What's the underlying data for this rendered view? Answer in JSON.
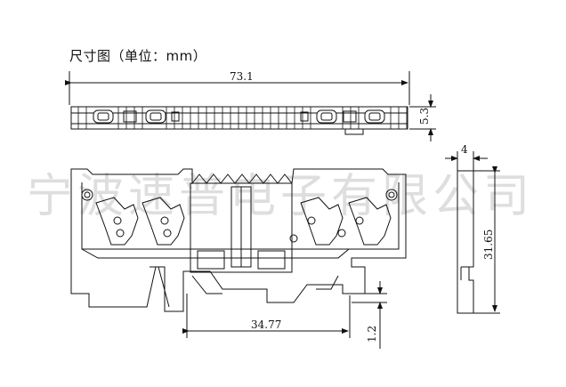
{
  "title": "尺寸图（单位：mm）",
  "watermark": "宁波速普电子有限公司",
  "dimensions": {
    "overall_length": "73.1",
    "height_top_view": "5.3",
    "width_side": "4",
    "height_side": "31.65",
    "rail_spacing": "34.77",
    "offset": "1.2"
  }
}
